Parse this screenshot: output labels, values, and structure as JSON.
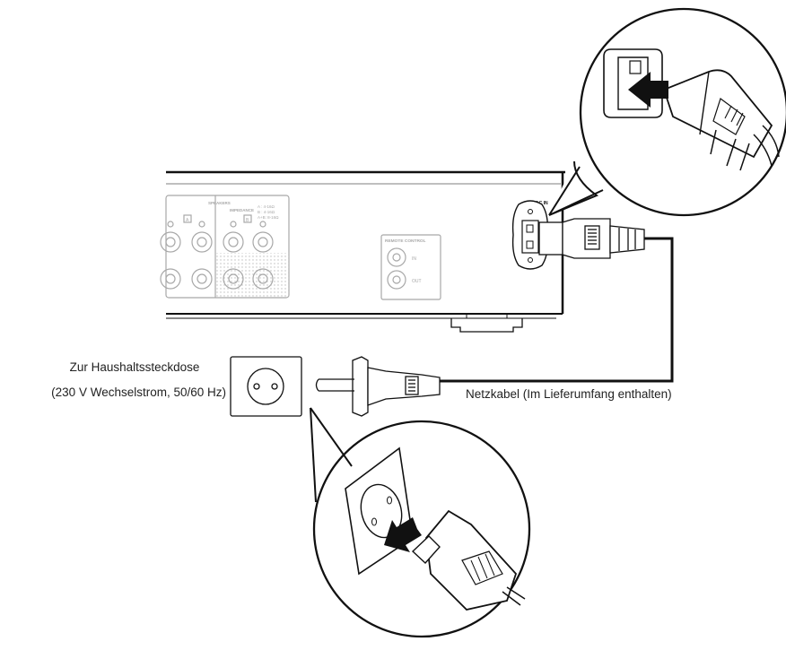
{
  "labels": {
    "outlet_line1": "Zur Haushaltssteckdose",
    "outlet_line2": "(230 V Wechselstrom, 50/60 Hz)",
    "power_cable": "Netzkabel (Im Lieferumfang enthalten)"
  },
  "panel": {
    "speakers_heading": "SPEAKERS",
    "impedance_heading": "IMPEDANCE",
    "impedance_lines": [
      "A : 4-16Ω",
      "B : 4-16Ω",
      "A+B: 8-16Ω"
    ],
    "speaker_group_a": "A",
    "speaker_group_b": "B",
    "remote_heading": "REMOTE CONTROL",
    "remote_in": "IN",
    "remote_out": "OUT",
    "ac_in": "AC IN"
  },
  "colors": {
    "line": "#1a1a1a",
    "panel_detail": "#a8a8a8",
    "arrow": "#111111"
  }
}
